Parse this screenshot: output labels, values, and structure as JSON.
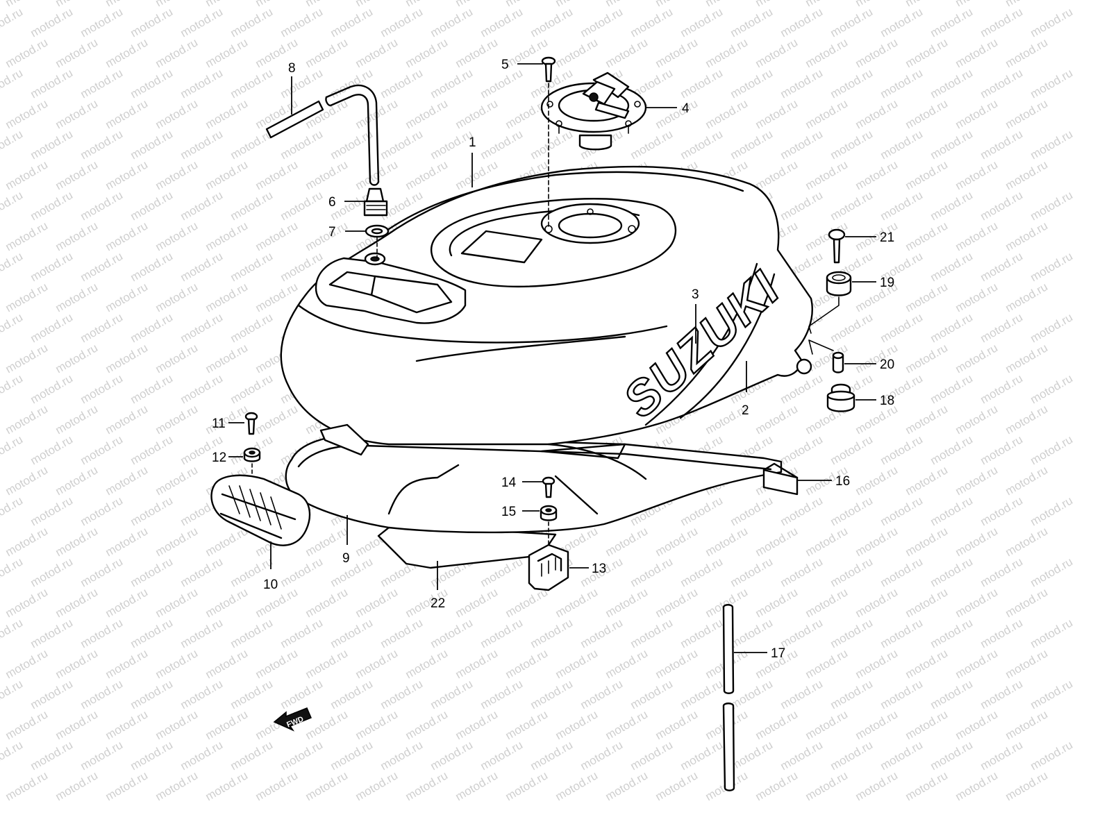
{
  "watermark": "motod.ru",
  "brand_text": "SUZUKI",
  "fwd_label": "FWD",
  "callouts": [
    {
      "key": "c1",
      "text": "1"
    },
    {
      "key": "c2",
      "text": "2"
    },
    {
      "key": "c3",
      "text": "3"
    },
    {
      "key": "c4",
      "text": "4"
    },
    {
      "key": "c5",
      "text": "5"
    },
    {
      "key": "c6",
      "text": "6"
    },
    {
      "key": "c7",
      "text": "7"
    },
    {
      "key": "c8",
      "text": "8"
    },
    {
      "key": "c9",
      "text": "9"
    },
    {
      "key": "c10",
      "text": "10"
    },
    {
      "key": "c11",
      "text": "11"
    },
    {
      "key": "c12",
      "text": "12"
    },
    {
      "key": "c13",
      "text": "13"
    },
    {
      "key": "c14",
      "text": "14"
    },
    {
      "key": "c15",
      "text": "15"
    },
    {
      "key": "c16",
      "text": "16"
    },
    {
      "key": "c17",
      "text": "17"
    },
    {
      "key": "c18",
      "text": "18"
    },
    {
      "key": "c19",
      "text": "19"
    },
    {
      "key": "c20",
      "text": "20"
    },
    {
      "key": "c21",
      "text": "21"
    },
    {
      "key": "c22",
      "text": "22"
    }
  ]
}
